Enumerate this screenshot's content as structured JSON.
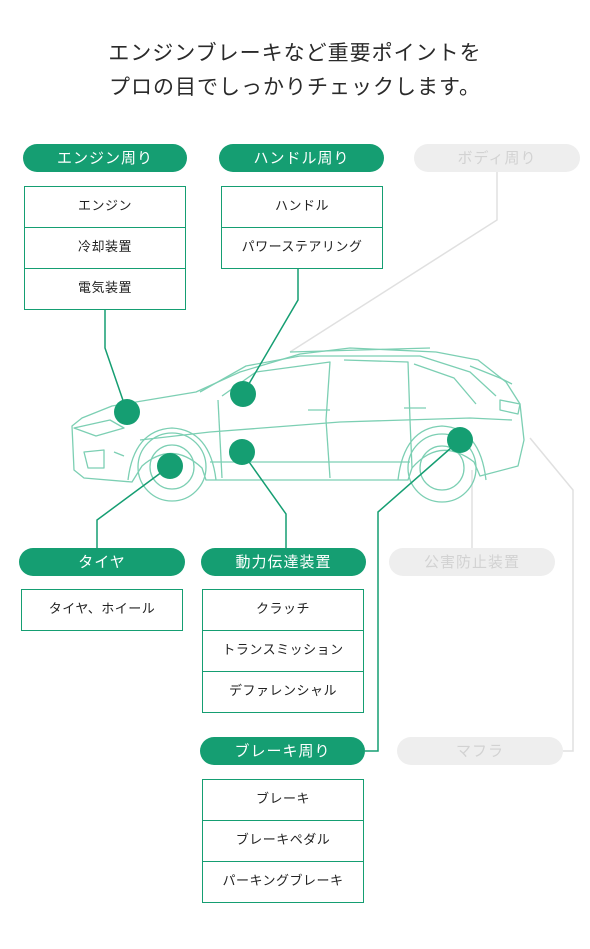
{
  "headline": {
    "line1": "エンジンブレーキなど重要ポイントを",
    "line2": "プロの目でしっかりチェックします。"
  },
  "colors": {
    "accent": "#159e72",
    "inactive": "#eeeeee",
    "inactive_text": "#d2d2d2",
    "car_line": "#6cc6a8"
  },
  "categories": {
    "engine": {
      "label": "エンジン周り",
      "items": [
        "エンジン",
        "冷却装置",
        "電気装置"
      ]
    },
    "handle": {
      "label": "ハンドル周り",
      "items": [
        "ハンドル",
        "パワーステアリング"
      ]
    },
    "body": {
      "label": "ボディ周り"
    },
    "tire": {
      "label": "タイヤ",
      "items": [
        "タイヤ、ホイール"
      ]
    },
    "drivetrain": {
      "label": "動力伝達装置",
      "items": [
        "クラッチ",
        "トランスミッション",
        "デファレンシャル"
      ]
    },
    "pollution": {
      "label": "公害防止装置"
    },
    "brake": {
      "label": "ブレーキ周り",
      "items": [
        "ブレーキ",
        "ブレーキペダル",
        "パーキングブレーキ"
      ]
    },
    "muffler": {
      "label": "マフラ"
    }
  }
}
